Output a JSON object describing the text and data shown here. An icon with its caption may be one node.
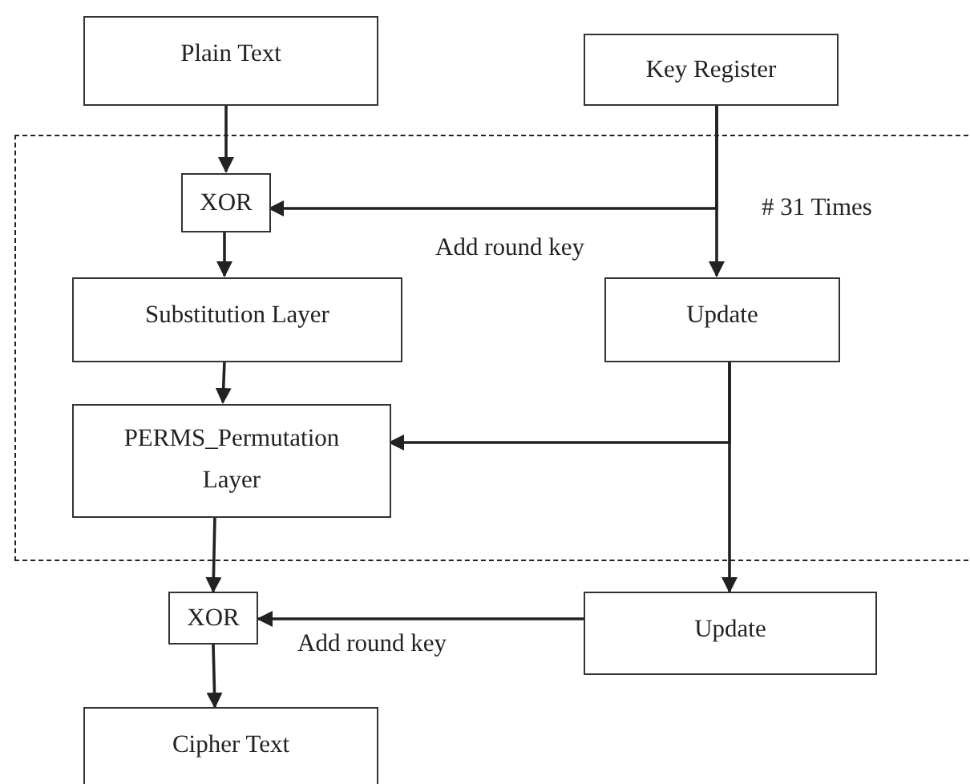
{
  "diagram": {
    "nodes": [
      {
        "text": [
          "Plain Text"
        ]
      },
      {
        "text": [
          "Key Register"
        ]
      },
      {
        "text": [
          "# 31 Times"
        ]
      },
      {
        "text": [
          "XOR"
        ],
        "in": 2
      },
      {
        "text": [
          "Substitution Layer"
        ],
        "in": 2
      },
      {
        "text": [
          "Update"
        ],
        "in": 2
      },
      {
        "text": [
          "PERMS_Permutation Layer"
        ],
        "in": 2
      },
      {
        "text": [
          "XOR"
        ]
      },
      {
        "text": [
          "Update"
        ]
      },
      {
        "text": [
          "Cipher Text"
        ]
      }
    ],
    "edges": [
      {
        "from": 0,
        "to": 3,
        "arrow": "to"
      },
      {
        "from": 1,
        "to": 3,
        "arrow": "to",
        "label": "Add round key"
      },
      {
        "from": 1,
        "to": 5,
        "arrow": "to"
      },
      {
        "from": 3,
        "to": 4,
        "arrow": "to"
      },
      {
        "from": 4,
        "to": 6,
        "arrow": "to"
      },
      {
        "from": 5,
        "to": 6,
        "arrow": "to"
      },
      {
        "from": 5,
        "to": 8,
        "arrow": "to"
      },
      {
        "from": 6,
        "to": 7,
        "arrow": "to"
      },
      {
        "from": 8,
        "to": 7,
        "arrow": "to",
        "label": "Add round key"
      },
      {
        "from": 7,
        "to": 9,
        "arrow": "to"
      }
    ]
  }
}
